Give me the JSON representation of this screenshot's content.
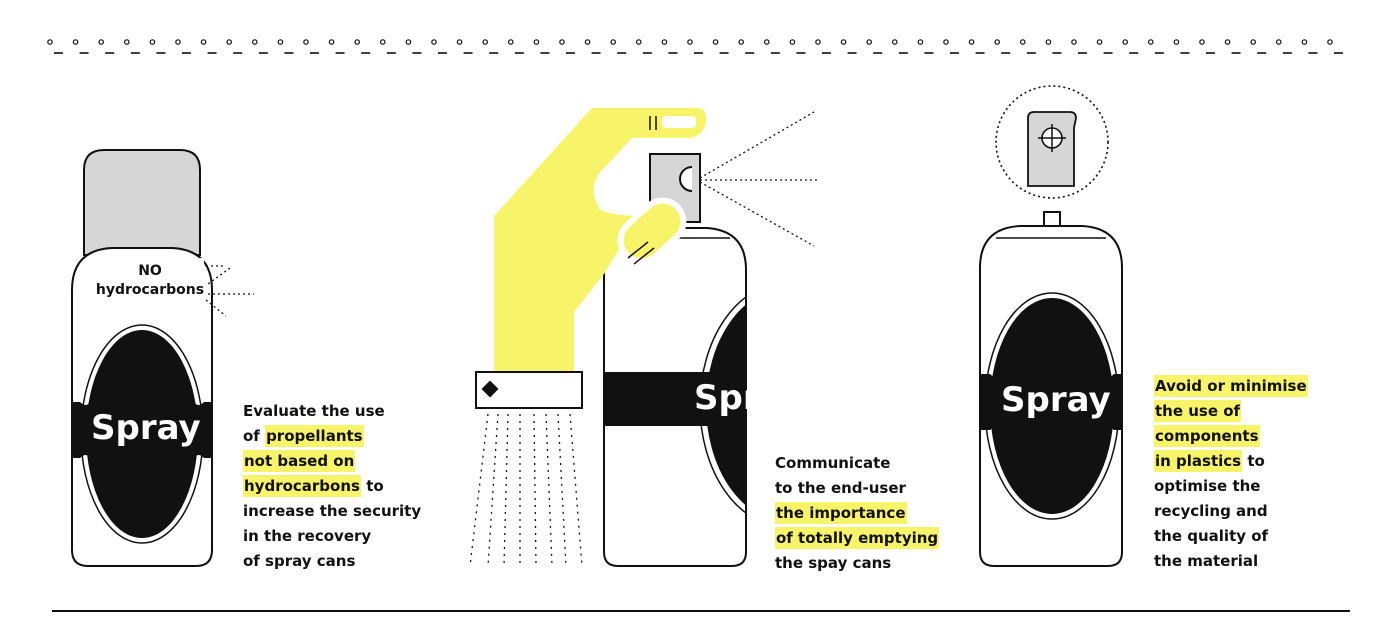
{
  "colors": {
    "highlight": "#f8f46a",
    "hand": "#f8f46a",
    "cap": "#d6d6d6",
    "ink": "#111111"
  },
  "can_labels": {
    "left": "Spray",
    "middle": "Spr",
    "right": "Spray"
  },
  "no_hydrocarbons": {
    "line1": "NO",
    "line2": "hydrocarbons"
  },
  "captions": {
    "left": [
      {
        "text": "Evaluate the use",
        "highlight": ""
      },
      {
        "text": "of ",
        "highlight": "propellants"
      },
      {
        "text": "",
        "highlight": "not based on"
      },
      {
        "text": "",
        "highlight": "hydrocarbons",
        "after": " to"
      },
      {
        "text": "increase the security",
        "highlight": ""
      },
      {
        "text": "in the recovery",
        "highlight": ""
      },
      {
        "text": "of spray cans",
        "highlight": ""
      }
    ],
    "middle": [
      {
        "text": "Communicate",
        "highlight": ""
      },
      {
        "text": "to the end-user",
        "highlight": ""
      },
      {
        "text": "",
        "highlight": "the importance"
      },
      {
        "text": "",
        "highlight": "of totally emptying"
      },
      {
        "text": "the spay cans",
        "highlight": ""
      }
    ],
    "right": [
      {
        "text": "",
        "highlight": "Avoid or minimise"
      },
      {
        "text": "",
        "highlight": "the use of"
      },
      {
        "text": "",
        "highlight": "components"
      },
      {
        "text": "",
        "highlight": "in plastics",
        "after": " to"
      },
      {
        "text": "optimise the",
        "highlight": ""
      },
      {
        "text": "recycling and",
        "highlight": ""
      },
      {
        "text": "the quality of",
        "highlight": ""
      },
      {
        "text": "the material",
        "highlight": ""
      }
    ]
  }
}
